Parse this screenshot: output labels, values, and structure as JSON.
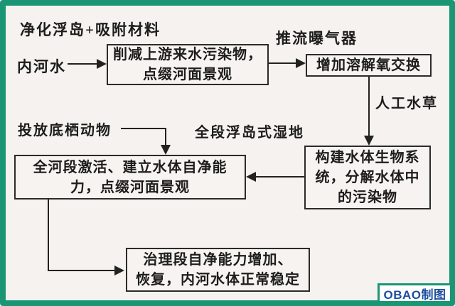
{
  "frame": {
    "border_color": "#1a9674",
    "background": "#f5f2ef"
  },
  "labels": {
    "purify_island": "净化浮岛+吸附材料",
    "inner_river_water": "内河水",
    "aerator": "推流曝气器",
    "water_grass": "人工水草",
    "benthic_animals": "投放底栖动物",
    "island_wetland": "全段浮岛式湿地"
  },
  "boxes": {
    "reduce_pollution": {
      "line1": "削减上游来水污染物，",
      "line2": "点缀河面景观"
    },
    "oxygen_exchange": {
      "line1": "增加溶解氧交换"
    },
    "bio_system": {
      "line1": "构建水体生物系",
      "line2": "统，分解水体中",
      "line3": "的污染物"
    },
    "activate_river": {
      "line1": "全河段激活、建立水体自净能",
      "line2": "力，点缀河面景观"
    },
    "restore_stable": {
      "line1": "治理段自净能力增加、",
      "line2": "恢复，内河水体正常稳定"
    }
  },
  "watermark": {
    "text": "OBAO制图",
    "text_color": "#1d4f9c",
    "border_color": "#1a9674"
  }
}
